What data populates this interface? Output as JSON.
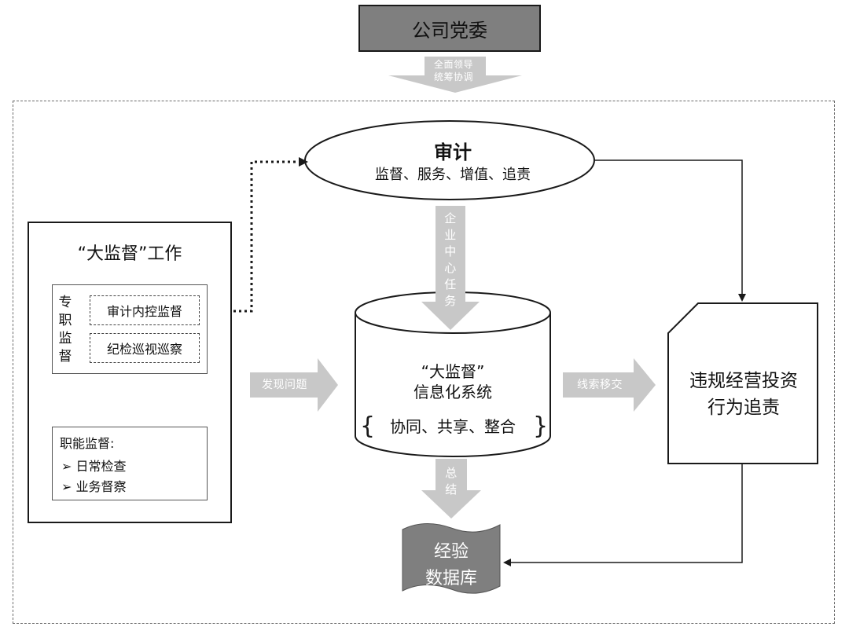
{
  "committee": {
    "label": "公司党委"
  },
  "top_arrow": {
    "line1": "全面领导",
    "line2": "统筹协调"
  },
  "audit": {
    "title": "审计",
    "subtitle": "监督、服务、增值、追责"
  },
  "enterprise_task": {
    "chars": [
      "企",
      "业",
      "中",
      "心",
      "任",
      "务"
    ]
  },
  "left_panel": {
    "title": "“大监督”工作",
    "zhuanzhi": {
      "chars": [
        "专",
        "职",
        "监",
        "督"
      ]
    },
    "audit_internal_control": "审计内控监督",
    "discipline_inspection": "纪检巡视巡察",
    "functional": {
      "title": "职能监督:",
      "items": [
        "日常检查",
        "业务督察"
      ],
      "bullet": "➢"
    }
  },
  "find_problems": "发现问题",
  "transfer_clues": "线索移交",
  "center": {
    "title_line1": "“大监督”",
    "title_line2": "信息化系统",
    "features": "协同、共享、整合"
  },
  "violation": {
    "line1": "违规经营投资",
    "line2": "行为追责"
  },
  "summary": {
    "chars": [
      "总",
      "结"
    ]
  },
  "experience_db": {
    "line1": "经验",
    "line2": "数据库"
  },
  "colors": {
    "dark_fill": "#7f7f7f",
    "arrow_fill": "#c8c8c8",
    "db_fill": "#7f7f7f",
    "stroke": "#1a1a1a"
  }
}
